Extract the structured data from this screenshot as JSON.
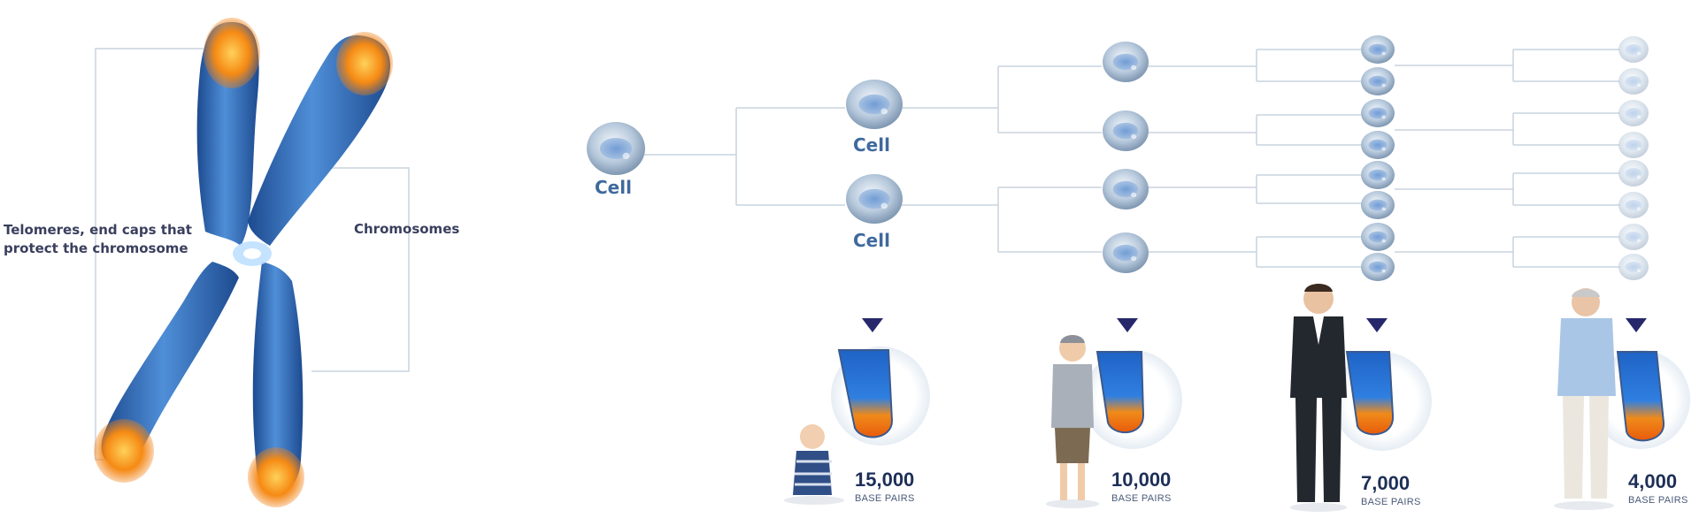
{
  "chromosome": {
    "telomere_label_line1": "Telomeres, end caps that",
    "telomere_label_line2": "protect the chromosome",
    "chromosome_label": "Chromosomes"
  },
  "division": {
    "cell_labels": [
      "Cell",
      "Cell",
      "Cell"
    ]
  },
  "stages": [
    {
      "person": "baby",
      "value": "15,000",
      "unit": "BASE PAIRS"
    },
    {
      "person": "child",
      "value": "10,000",
      "unit": "BASE PAIRS"
    },
    {
      "person": "adult",
      "value": "7,000",
      "unit": "BASE PAIRS"
    },
    {
      "person": "elderly",
      "value": "4,000",
      "unit": "BASE PAIRS"
    }
  ],
  "colors": {
    "chromosome_blue": "#2f66b3",
    "telomere_orange": "#f07a12",
    "tree_line": "#c9d3de",
    "marker_navy": "#26286b",
    "label_dark": "#3a3f5e",
    "cell_label_blue": "#3f6a9e"
  }
}
